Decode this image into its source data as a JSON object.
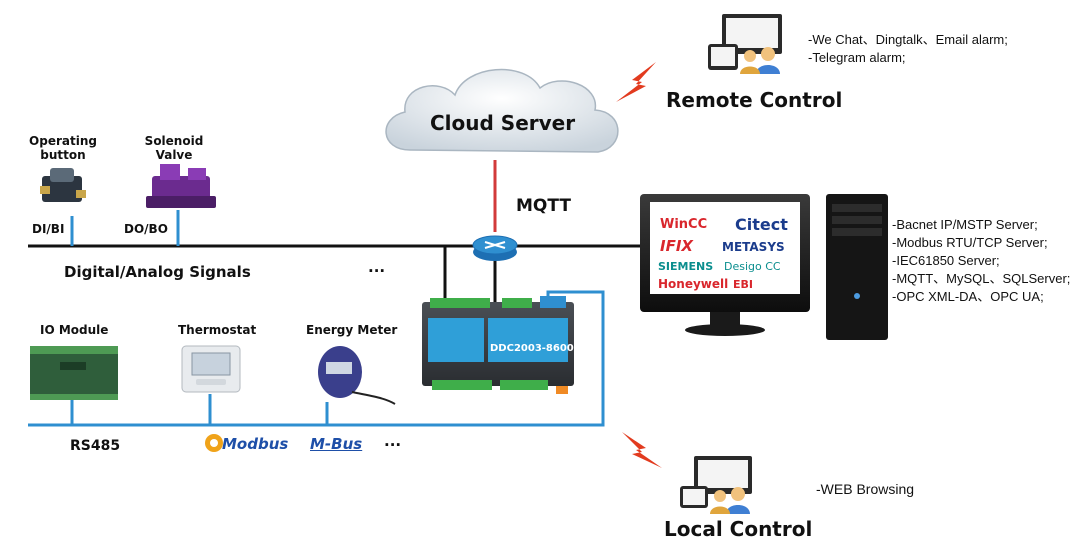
{
  "nodes": {
    "cloud_server": "Cloud Server",
    "remote_control": "Remote Control",
    "local_control": "Local Control",
    "controller": "DDC2003-8600",
    "operating_button": [
      "Operating",
      "button"
    ],
    "solenoid_valve": [
      "Solenoid",
      "Valve"
    ],
    "io_module": "IO Module",
    "thermostat": "Thermostat",
    "energy_meter": "Energy Meter"
  },
  "links": {
    "mqtt": "MQTT",
    "di_bi": "DI/BI",
    "do_bo": "DO/BO",
    "digital_analog": "Digital/Analog Signals",
    "rs485": "RS485",
    "ellipsis": "..."
  },
  "protocol_logos": {
    "modbus": "Modbus",
    "mbus": "M-Bus"
  },
  "scada_logos": {
    "wincc": "WinCC",
    "citect": "Citect",
    "ifix": "IFIX",
    "metasys": "METASYS",
    "siemens": "SIEMENS",
    "desigo": "Desigo CC",
    "honeywell": "Honeywell",
    "ebi": "EBI"
  },
  "remote_notes": [
    "-We Chat、Dingtalk、Email alarm;",
    "-Telegram alarm;"
  ],
  "server_notes": [
    "-Bacnet IP/MSTP Server;",
    "-Modbus RTU/TCP Server;",
    "-IEC61850 Server;",
    "-MQTT、MySQL、SQLServer;",
    "-OPC XML-DA、OPC UA;"
  ],
  "local_notes": [
    "-WEB Browsing"
  ],
  "colors": {
    "bus_line": "#111111",
    "rs485_line": "#2f8fd0",
    "mqtt_line": "#d23a3a",
    "controller_green": "#3fae4a",
    "controller_panel": "#2f9fd8",
    "lightning": "#e23b1f"
  },
  "icons": {
    "cloud": "cloud-icon",
    "router": "router-icon",
    "monitor": "monitor-icon",
    "tower": "pc-tower-icon",
    "users": "users-devices-icon",
    "lightning": "lightning-icon"
  }
}
